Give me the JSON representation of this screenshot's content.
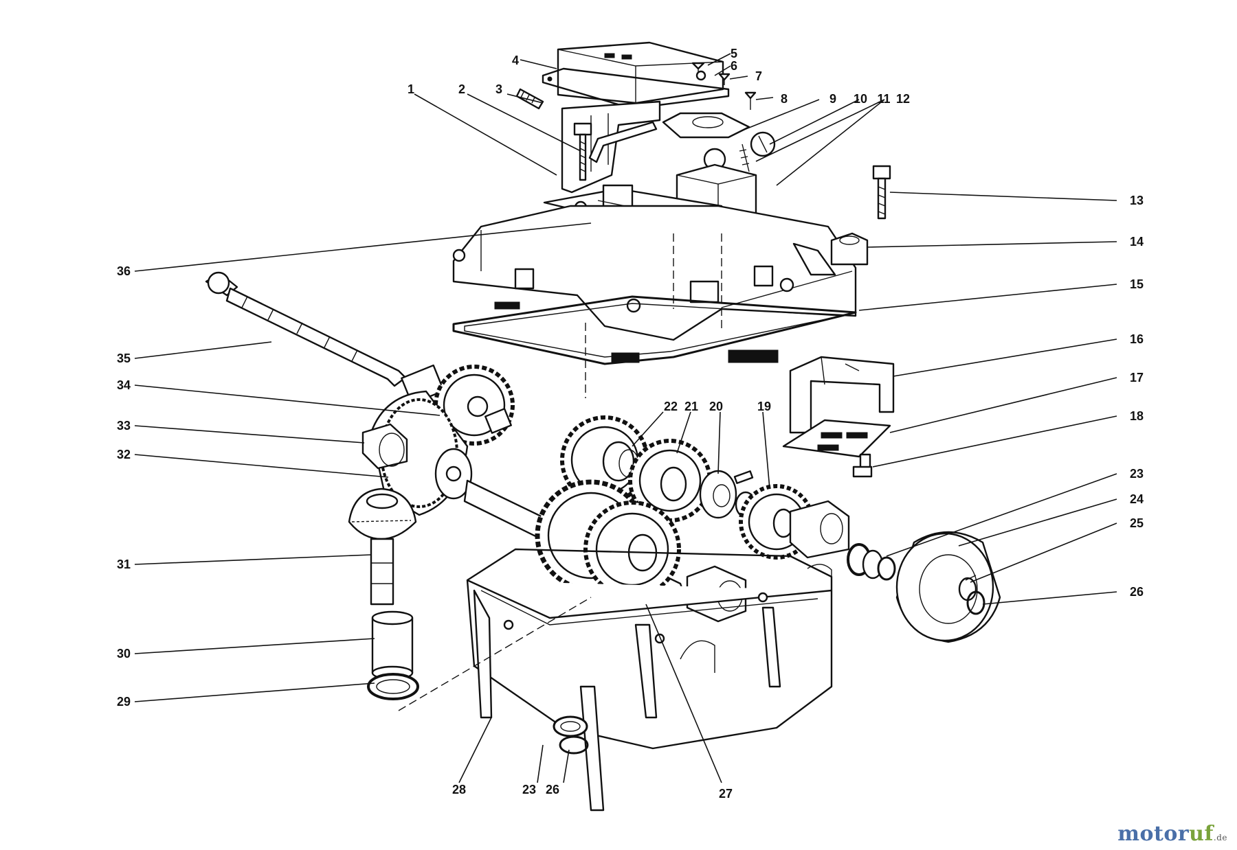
{
  "callouts": [
    {
      "id": "1",
      "label": "1"
    },
    {
      "id": "2",
      "label": "2"
    },
    {
      "id": "3",
      "label": "3"
    },
    {
      "id": "4",
      "label": "4"
    },
    {
      "id": "5",
      "label": "5"
    },
    {
      "id": "6",
      "label": "6"
    },
    {
      "id": "7",
      "label": "7"
    },
    {
      "id": "8",
      "label": "8"
    },
    {
      "id": "9",
      "label": "9"
    },
    {
      "id": "10",
      "label": "10"
    },
    {
      "id": "11",
      "label": "11"
    },
    {
      "id": "12",
      "label": "12"
    },
    {
      "id": "13",
      "label": "13"
    },
    {
      "id": "14",
      "label": "14"
    },
    {
      "id": "15",
      "label": "15"
    },
    {
      "id": "16",
      "label": "16"
    },
    {
      "id": "17",
      "label": "17"
    },
    {
      "id": "18",
      "label": "18"
    },
    {
      "id": "19",
      "label": "19"
    },
    {
      "id": "20",
      "label": "20"
    },
    {
      "id": "21",
      "label": "21"
    },
    {
      "id": "22",
      "label": "22"
    },
    {
      "id": "23",
      "label": "23"
    },
    {
      "id": "24",
      "label": "24"
    },
    {
      "id": "25",
      "label": "25"
    },
    {
      "id": "26",
      "label": "26"
    },
    {
      "id": "27",
      "label": "27"
    },
    {
      "id": "28",
      "label": "28"
    },
    {
      "id": "29",
      "label": "29"
    },
    {
      "id": "30",
      "label": "30"
    },
    {
      "id": "31",
      "label": "31"
    },
    {
      "id": "32",
      "label": "32"
    },
    {
      "id": "33",
      "label": "33"
    },
    {
      "id": "34",
      "label": "34"
    },
    {
      "id": "35",
      "label": "35"
    },
    {
      "id": "36",
      "label": "36"
    },
    {
      "id": "23b",
      "label": "23"
    },
    {
      "id": "26b",
      "label": "26"
    }
  ],
  "watermark": {
    "part1": "motor",
    "part2": "uf",
    "part3": ".de"
  },
  "colors": {
    "ink": "#111111",
    "watermark_blue": "#4a6fa8",
    "watermark_green": "#7aa33b"
  }
}
